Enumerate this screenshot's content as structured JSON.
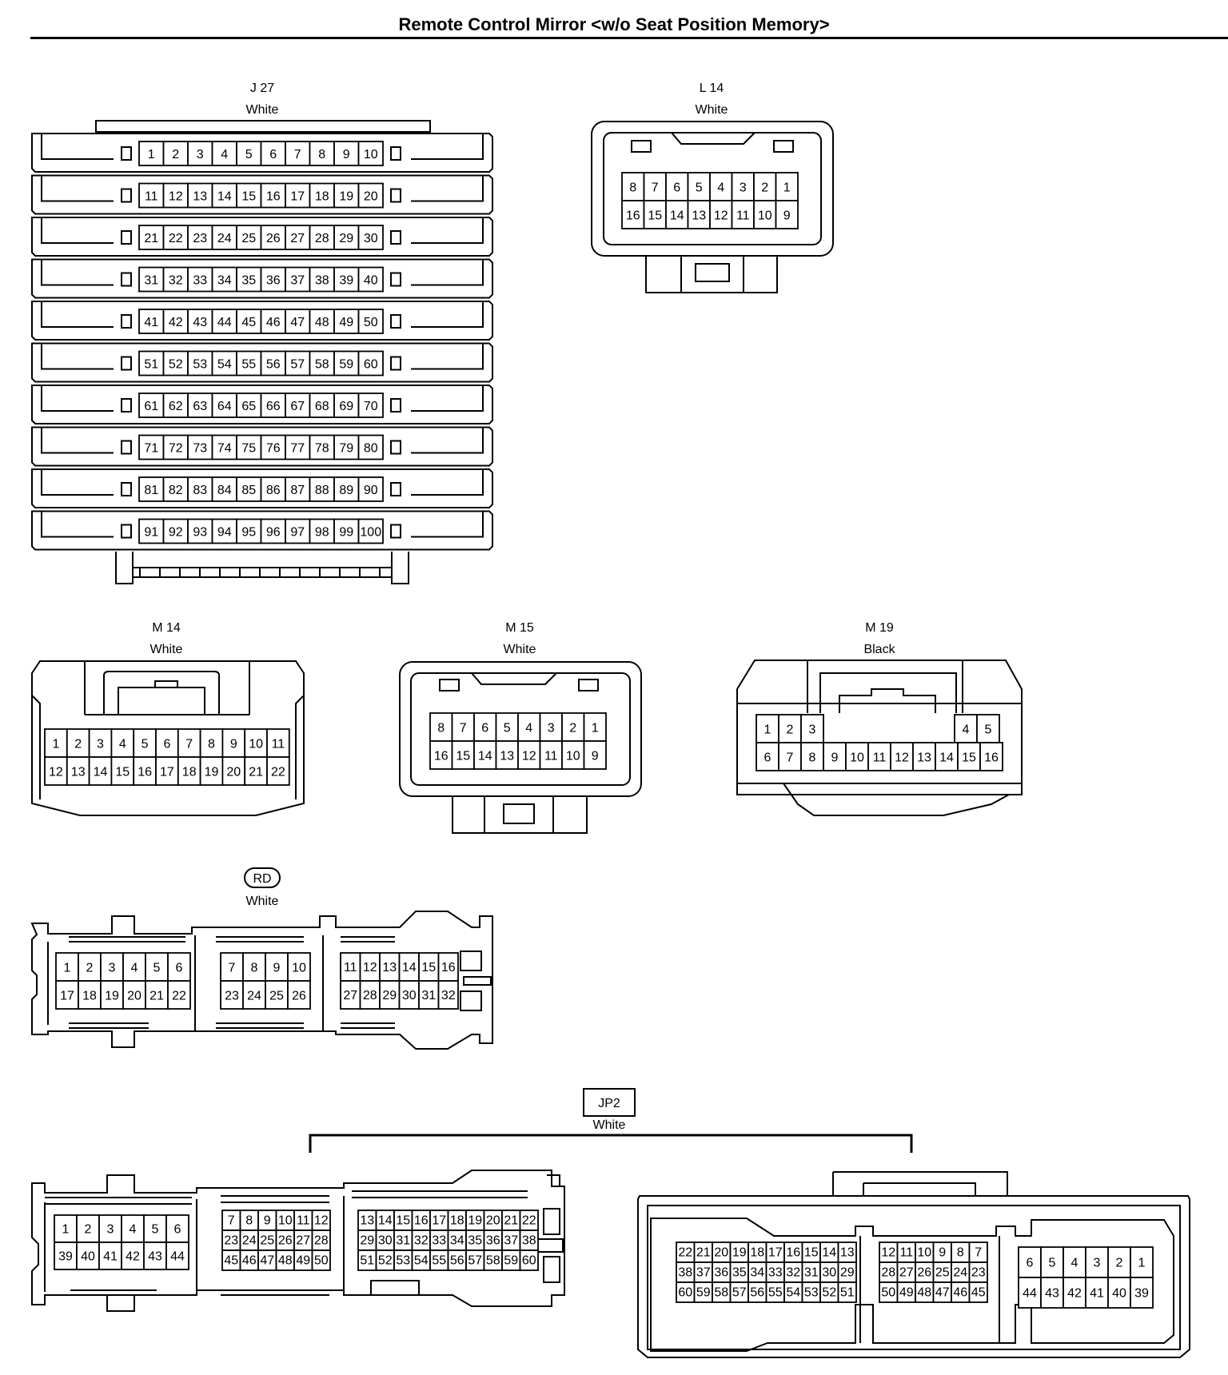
{
  "title": "Remote Control Mirror <w/o Seat Position Memory>",
  "connectors": {
    "j27": {
      "code": "J 27",
      "color": "White"
    },
    "l14": {
      "code": "L 14",
      "color": "White"
    },
    "m14": {
      "code": "M 14",
      "color": "White"
    },
    "m15": {
      "code": "M 15",
      "color": "White"
    },
    "m19": {
      "code": "M 19",
      "color": "Black"
    },
    "rd": {
      "code": "RD",
      "color": "White"
    },
    "jp2": {
      "code": "JP2",
      "color": "White"
    }
  },
  "pins": {
    "j27": [
      [
        "1",
        "2",
        "3",
        "4",
        "5",
        "6",
        "7",
        "8",
        "9",
        "10"
      ],
      [
        "11",
        "12",
        "13",
        "14",
        "15",
        "16",
        "17",
        "18",
        "19",
        "20"
      ],
      [
        "21",
        "22",
        "23",
        "24",
        "25",
        "26",
        "27",
        "28",
        "29",
        "30"
      ],
      [
        "31",
        "32",
        "33",
        "34",
        "35",
        "36",
        "37",
        "38",
        "39",
        "40"
      ],
      [
        "41",
        "42",
        "43",
        "44",
        "45",
        "46",
        "47",
        "48",
        "49",
        "50"
      ],
      [
        "51",
        "52",
        "53",
        "54",
        "55",
        "56",
        "57",
        "58",
        "59",
        "60"
      ],
      [
        "61",
        "62",
        "63",
        "64",
        "65",
        "66",
        "67",
        "68",
        "69",
        "70"
      ],
      [
        "71",
        "72",
        "73",
        "74",
        "75",
        "76",
        "77",
        "78",
        "79",
        "80"
      ],
      [
        "81",
        "82",
        "83",
        "84",
        "85",
        "86",
        "87",
        "88",
        "89",
        "90"
      ],
      [
        "91",
        "92",
        "93",
        "94",
        "95",
        "96",
        "97",
        "98",
        "99",
        "100"
      ]
    ],
    "l14": [
      [
        "8",
        "7",
        "6",
        "5",
        "4",
        "3",
        "2",
        "1"
      ],
      [
        "16",
        "15",
        "14",
        "13",
        "12",
        "11",
        "10",
        "9"
      ]
    ],
    "m14": [
      [
        "1",
        "2",
        "3",
        "4",
        "5",
        "6",
        "7",
        "8",
        "9",
        "10",
        "11"
      ],
      [
        "12",
        "13",
        "14",
        "15",
        "16",
        "17",
        "18",
        "19",
        "20",
        "21",
        "22"
      ]
    ],
    "m15": [
      [
        "8",
        "7",
        "6",
        "5",
        "4",
        "3",
        "2",
        "1"
      ],
      [
        "16",
        "15",
        "14",
        "13",
        "12",
        "11",
        "10",
        "9"
      ]
    ],
    "m19_top_left": [
      "1",
      "2",
      "3"
    ],
    "m19_top_right": [
      "4",
      "5"
    ],
    "m19_bottom": [
      "6",
      "7",
      "8",
      "9",
      "10",
      "11",
      "12",
      "13",
      "14",
      "15",
      "16"
    ],
    "rd_a": [
      [
        "1",
        "2",
        "3",
        "4",
        "5",
        "6"
      ],
      [
        "17",
        "18",
        "19",
        "20",
        "21",
        "22"
      ]
    ],
    "rd_b": [
      [
        "7",
        "8",
        "9",
        "10"
      ],
      [
        "23",
        "24",
        "25",
        "26"
      ]
    ],
    "rd_c": [
      [
        "11",
        "12",
        "13",
        "14",
        "15",
        "16"
      ],
      [
        "27",
        "28",
        "29",
        "30",
        "31",
        "32"
      ]
    ],
    "jp2_a": [
      [
        "1",
        "2",
        "3",
        "4",
        "5",
        "6"
      ],
      [
        "39",
        "40",
        "41",
        "42",
        "43",
        "44"
      ]
    ],
    "jp2_b": [
      [
        "7",
        "8",
        "9",
        "10",
        "11",
        "12"
      ],
      [
        "23",
        "24",
        "25",
        "26",
        "27",
        "28"
      ],
      [
        "45",
        "46",
        "47",
        "48",
        "49",
        "50"
      ]
    ],
    "jp2_c": [
      [
        "13",
        "14",
        "15",
        "16",
        "17",
        "18",
        "19",
        "20",
        "21",
        "22"
      ],
      [
        "29",
        "30",
        "31",
        "32",
        "33",
        "34",
        "35",
        "36",
        "37",
        "38"
      ],
      [
        "51",
        "52",
        "53",
        "54",
        "55",
        "56",
        "57",
        "58",
        "59",
        "60"
      ]
    ],
    "jp2_d": [
      [
        "22",
        "21",
        "20",
        "19",
        "18",
        "17",
        "16",
        "15",
        "14",
        "13"
      ],
      [
        "38",
        "37",
        "36",
        "35",
        "34",
        "33",
        "32",
        "31",
        "30",
        "29"
      ],
      [
        "60",
        "59",
        "58",
        "57",
        "56",
        "55",
        "54",
        "53",
        "52",
        "51"
      ]
    ],
    "jp2_e": [
      [
        "12",
        "11",
        "10",
        "9",
        "8",
        "7"
      ],
      [
        "28",
        "27",
        "26",
        "25",
        "24",
        "23"
      ],
      [
        "50",
        "49",
        "48",
        "47",
        "46",
        "45"
      ]
    ],
    "jp2_f": [
      [
        "6",
        "5",
        "4",
        "3",
        "2",
        "1"
      ],
      [
        "44",
        "43",
        "42",
        "41",
        "40",
        "39"
      ]
    ]
  }
}
